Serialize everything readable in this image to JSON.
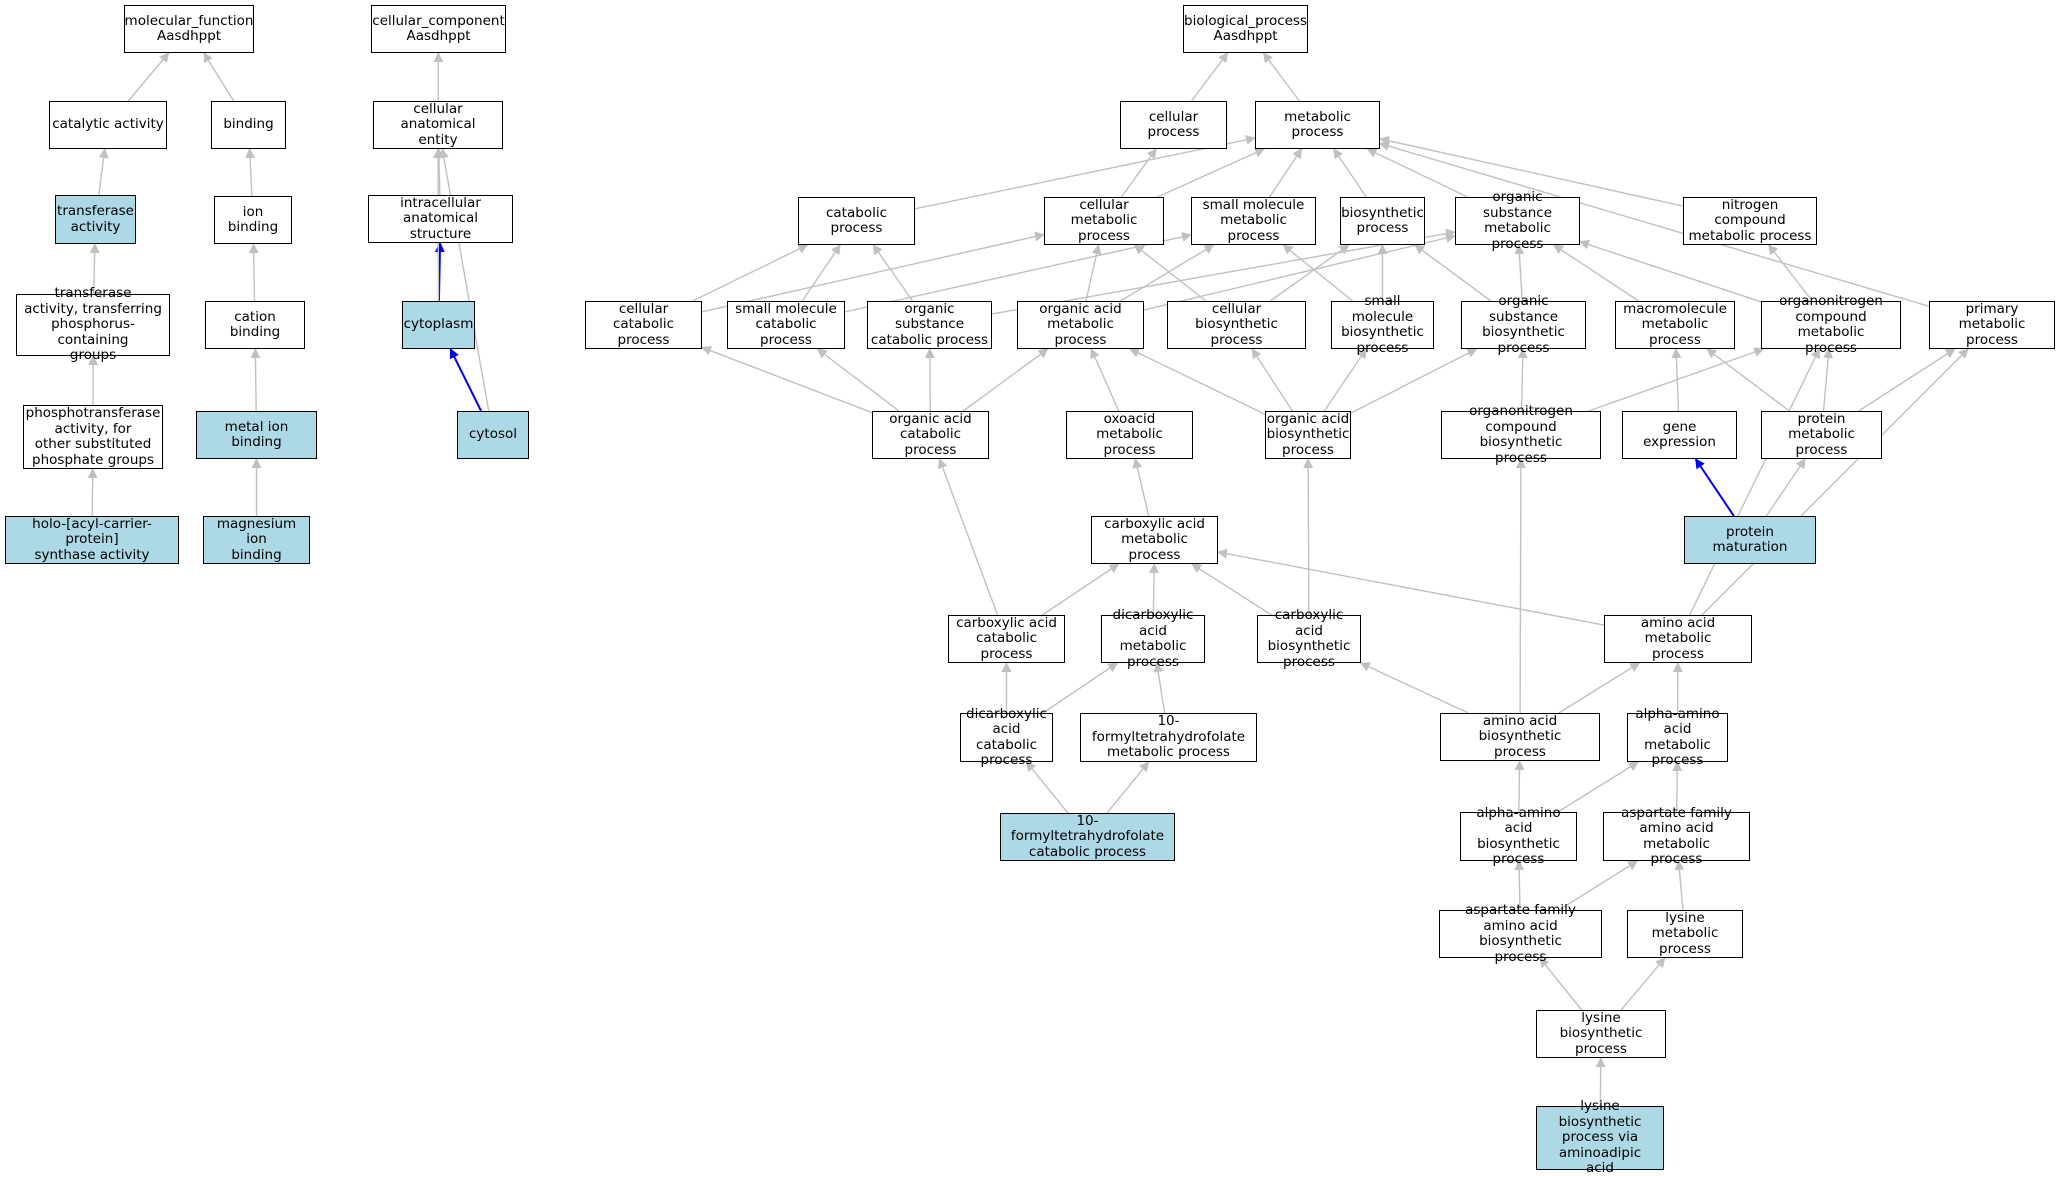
{
  "colors": {
    "highlight_fill": "#add8e6",
    "node_fill": "#ffffff",
    "node_border": "#000000",
    "edge_default": "#c0c0c0",
    "edge_part_of": "#0000ee"
  },
  "nodes": [
    {
      "id": "mf_root",
      "label": "molecular_function\nAasdhppt",
      "highlight": false
    },
    {
      "id": "cc_root",
      "label": "cellular_component\nAasdhppt",
      "highlight": false
    },
    {
      "id": "bp_root",
      "label": "biological_process\nAasdhppt",
      "highlight": false
    },
    {
      "id": "catalytic",
      "label": "catalytic activity",
      "highlight": false
    },
    {
      "id": "binding",
      "label": "binding",
      "highlight": false
    },
    {
      "id": "cell_anat",
      "label": "cellular anatomical\nentity",
      "highlight": false
    },
    {
      "id": "cell_proc",
      "label": "cellular process",
      "highlight": false
    },
    {
      "id": "metab",
      "label": "metabolic process",
      "highlight": false
    },
    {
      "id": "transferase",
      "label": "transferase\nactivity",
      "highlight": true
    },
    {
      "id": "ion_binding",
      "label": "ion binding",
      "highlight": false
    },
    {
      "id": "intracell",
      "label": "intracellular\nanatomical structure",
      "highlight": false
    },
    {
      "id": "catabolic",
      "label": "catabolic process",
      "highlight": false
    },
    {
      "id": "cell_metab",
      "label": "cellular metabolic\nprocess",
      "highlight": false
    },
    {
      "id": "sm_metab",
      "label": "small molecule\nmetabolic process",
      "highlight": false
    },
    {
      "id": "biosynth",
      "label": "biosynthetic\nprocess",
      "highlight": false
    },
    {
      "id": "org_sub_metab",
      "label": "organic substance\nmetabolic process",
      "highlight": false
    },
    {
      "id": "nitro_metab",
      "label": "nitrogen compound\nmetabolic process",
      "highlight": false
    },
    {
      "id": "transf_phos",
      "label": "transferase\nactivity, transferring\nphosphorus-containing\ngroups",
      "highlight": false
    },
    {
      "id": "cation_binding",
      "label": "cation binding",
      "highlight": false
    },
    {
      "id": "cytoplasm",
      "label": "cytoplasm",
      "highlight": true
    },
    {
      "id": "cell_catab",
      "label": "cellular catabolic\nprocess",
      "highlight": false
    },
    {
      "id": "sm_catab",
      "label": "small molecule\ncatabolic process",
      "highlight": false
    },
    {
      "id": "org_sub_catab",
      "label": "organic substance\ncatabolic process",
      "highlight": false
    },
    {
      "id": "oa_metab",
      "label": "organic acid\nmetabolic process",
      "highlight": false
    },
    {
      "id": "cell_biosynth",
      "label": "cellular biosynthetic\nprocess",
      "highlight": false
    },
    {
      "id": "sm_biosynth",
      "label": "small molecule\nbiosynthetic\nprocess",
      "highlight": false
    },
    {
      "id": "org_sub_biosynth",
      "label": "organic substance\nbiosynthetic\nprocess",
      "highlight": false
    },
    {
      "id": "macro_metab",
      "label": "macromolecule\nmetabolic process",
      "highlight": false
    },
    {
      "id": "orgN_metab",
      "label": "organonitrogen\ncompound metabolic\nprocess",
      "highlight": false
    },
    {
      "id": "primary_metab",
      "label": "primary metabolic\nprocess",
      "highlight": false
    },
    {
      "id": "phosphotransf",
      "label": "phosphotransferase\nactivity, for\nother substituted\nphosphate groups",
      "highlight": false
    },
    {
      "id": "metal_ion",
      "label": "metal ion binding",
      "highlight": true
    },
    {
      "id": "cytosol",
      "label": "cytosol",
      "highlight": true
    },
    {
      "id": "oa_catab",
      "label": "organic acid\ncatabolic process",
      "highlight": false
    },
    {
      "id": "oxo_metab",
      "label": "oxoacid metabolic\nprocess",
      "highlight": false
    },
    {
      "id": "oa_biosynth",
      "label": "organic acid\nbiosynthetic\nprocess",
      "highlight": false
    },
    {
      "id": "orgN_biosynth",
      "label": "organonitrogen\ncompound biosynthetic\nprocess",
      "highlight": false
    },
    {
      "id": "gene_expr",
      "label": "gene expression",
      "highlight": false
    },
    {
      "id": "prot_metab",
      "label": "protein metabolic\nprocess",
      "highlight": false
    },
    {
      "id": "holo_acp",
      "label": "holo-[acyl-carrier-protein]\nsynthase activity",
      "highlight": true
    },
    {
      "id": "mg_ion",
      "label": "magnesium ion\nbinding",
      "highlight": true
    },
    {
      "id": "prot_mat",
      "label": "protein maturation",
      "highlight": true
    },
    {
      "id": "carbox_metab",
      "label": "carboxylic acid\nmetabolic process",
      "highlight": false
    },
    {
      "id": "carbox_catab",
      "label": "carboxylic acid\ncatabolic process",
      "highlight": false
    },
    {
      "id": "dicarb_metab",
      "label": "dicarboxylic\nacid metabolic\nprocess",
      "highlight": false
    },
    {
      "id": "carbox_biosynth",
      "label": "carboxylic acid\nbiosynthetic\nprocess",
      "highlight": false
    },
    {
      "id": "aa_metab",
      "label": "amino acid metabolic\nprocess",
      "highlight": false
    },
    {
      "id": "dicarb_catab",
      "label": "dicarboxylic\nacid catabolic\nprocess",
      "highlight": false
    },
    {
      "id": "thf_metab",
      "label": "10-formyltetrahydrofolate\nmetabolic process",
      "highlight": false
    },
    {
      "id": "aa_biosynth",
      "label": "amino acid biosynthetic\nprocess",
      "highlight": false
    },
    {
      "id": "alpha_aa_metab",
      "label": "alpha-amino\nacid metabolic\nprocess",
      "highlight": false
    },
    {
      "id": "thf_catab",
      "label": "10-formyltetrahydrofolate\ncatabolic process",
      "highlight": true
    },
    {
      "id": "alpha_aa_biosynth",
      "label": "alpha-amino\nacid biosynthetic\nprocess",
      "highlight": false
    },
    {
      "id": "asp_fam_metab",
      "label": "aspartate family\namino acid metabolic\nprocess",
      "highlight": false
    },
    {
      "id": "asp_fam_biosynth",
      "label": "aspartate family\namino acid biosynthetic\nprocess",
      "highlight": false
    },
    {
      "id": "lys_metab",
      "label": "lysine metabolic\nprocess",
      "highlight": false
    },
    {
      "id": "lys_biosynth",
      "label": "lysine biosynthetic\nprocess",
      "highlight": false
    },
    {
      "id": "lys_aad",
      "label": "lysine biosynthetic\nprocess via\naminoadipic\nacid",
      "highlight": true
    }
  ],
  "edges": [
    {
      "from": "catalytic",
      "to": "mf_root",
      "kind": "is_a"
    },
    {
      "from": "binding",
      "to": "mf_root",
      "kind": "is_a"
    },
    {
      "from": "transferase",
      "to": "catalytic",
      "kind": "is_a"
    },
    {
      "from": "transf_phos",
      "to": "transferase",
      "kind": "is_a"
    },
    {
      "from": "phosphotransf",
      "to": "transf_phos",
      "kind": "is_a"
    },
    {
      "from": "holo_acp",
      "to": "phosphotransf",
      "kind": "is_a"
    },
    {
      "from": "ion_binding",
      "to": "binding",
      "kind": "is_a"
    },
    {
      "from": "cation_binding",
      "to": "ion_binding",
      "kind": "is_a"
    },
    {
      "from": "metal_ion",
      "to": "cation_binding",
      "kind": "is_a"
    },
    {
      "from": "mg_ion",
      "to": "metal_ion",
      "kind": "is_a"
    },
    {
      "from": "cell_anat",
      "to": "cc_root",
      "kind": "is_a"
    },
    {
      "from": "intracell",
      "to": "cell_anat",
      "kind": "is_a"
    },
    {
      "from": "cytoplasm",
      "to": "intracell",
      "kind": "part_of"
    },
    {
      "from": "cytoplasm",
      "to": "cell_anat",
      "kind": "is_a"
    },
    {
      "from": "cytosol",
      "to": "cytoplasm",
      "kind": "part_of"
    },
    {
      "from": "cytosol",
      "to": "cell_anat",
      "kind": "is_a"
    },
    {
      "from": "cell_proc",
      "to": "bp_root",
      "kind": "is_a"
    },
    {
      "from": "metab",
      "to": "bp_root",
      "kind": "is_a"
    },
    {
      "from": "catabolic",
      "to": "metab",
      "kind": "is_a"
    },
    {
      "from": "cell_metab",
      "to": "metab",
      "kind": "is_a"
    },
    {
      "from": "cell_metab",
      "to": "cell_proc",
      "kind": "is_a"
    },
    {
      "from": "sm_metab",
      "to": "metab",
      "kind": "is_a"
    },
    {
      "from": "biosynth",
      "to": "metab",
      "kind": "is_a"
    },
    {
      "from": "org_sub_metab",
      "to": "metab",
      "kind": "is_a"
    },
    {
      "from": "nitro_metab",
      "to": "metab",
      "kind": "is_a"
    },
    {
      "from": "primary_metab",
      "to": "metab",
      "kind": "is_a"
    },
    {
      "from": "cell_catab",
      "to": "catabolic",
      "kind": "is_a"
    },
    {
      "from": "cell_catab",
      "to": "cell_metab",
      "kind": "is_a"
    },
    {
      "from": "sm_catab",
      "to": "catabolic",
      "kind": "is_a"
    },
    {
      "from": "sm_catab",
      "to": "sm_metab",
      "kind": "is_a"
    },
    {
      "from": "org_sub_catab",
      "to": "catabolic",
      "kind": "is_a"
    },
    {
      "from": "org_sub_catab",
      "to": "org_sub_metab",
      "kind": "is_a"
    },
    {
      "from": "oa_metab",
      "to": "cell_metab",
      "kind": "is_a"
    },
    {
      "from": "oa_metab",
      "to": "sm_metab",
      "kind": "is_a"
    },
    {
      "from": "oa_metab",
      "to": "org_sub_metab",
      "kind": "is_a"
    },
    {
      "from": "cell_biosynth",
      "to": "cell_metab",
      "kind": "is_a"
    },
    {
      "from": "cell_biosynth",
      "to": "biosynth",
      "kind": "is_a"
    },
    {
      "from": "sm_biosynth",
      "to": "sm_metab",
      "kind": "is_a"
    },
    {
      "from": "sm_biosynth",
      "to": "biosynth",
      "kind": "is_a"
    },
    {
      "from": "org_sub_biosynth",
      "to": "biosynth",
      "kind": "is_a"
    },
    {
      "from": "org_sub_biosynth",
      "to": "org_sub_metab",
      "kind": "is_a"
    },
    {
      "from": "macro_metab",
      "to": "org_sub_metab",
      "kind": "is_a"
    },
    {
      "from": "orgN_metab",
      "to": "org_sub_metab",
      "kind": "is_a"
    },
    {
      "from": "orgN_metab",
      "to": "nitro_metab",
      "kind": "is_a"
    },
    {
      "from": "oa_catab",
      "to": "cell_catab",
      "kind": "is_a"
    },
    {
      "from": "oa_catab",
      "to": "sm_catab",
      "kind": "is_a"
    },
    {
      "from": "oa_catab",
      "to": "org_sub_catab",
      "kind": "is_a"
    },
    {
      "from": "oa_catab",
      "to": "oa_metab",
      "kind": "is_a"
    },
    {
      "from": "oxo_metab",
      "to": "oa_metab",
      "kind": "is_a"
    },
    {
      "from": "oa_biosynth",
      "to": "oa_metab",
      "kind": "is_a"
    },
    {
      "from": "oa_biosynth",
      "to": "cell_biosynth",
      "kind": "is_a"
    },
    {
      "from": "oa_biosynth",
      "to": "sm_biosynth",
      "kind": "is_a"
    },
    {
      "from": "oa_biosynth",
      "to": "org_sub_biosynth",
      "kind": "is_a"
    },
    {
      "from": "orgN_biosynth",
      "to": "org_sub_biosynth",
      "kind": "is_a"
    },
    {
      "from": "orgN_biosynth",
      "to": "orgN_metab",
      "kind": "is_a"
    },
    {
      "from": "gene_expr",
      "to": "macro_metab",
      "kind": "is_a"
    },
    {
      "from": "prot_metab",
      "to": "macro_metab",
      "kind": "is_a"
    },
    {
      "from": "prot_metab",
      "to": "orgN_metab",
      "kind": "is_a"
    },
    {
      "from": "prot_metab",
      "to": "primary_metab",
      "kind": "is_a"
    },
    {
      "from": "prot_mat",
      "to": "gene_expr",
      "kind": "part_of"
    },
    {
      "from": "prot_mat",
      "to": "prot_metab",
      "kind": "is_a"
    },
    {
      "from": "carbox_metab",
      "to": "oxo_metab",
      "kind": "is_a"
    },
    {
      "from": "carbox_catab",
      "to": "carbox_metab",
      "kind": "is_a"
    },
    {
      "from": "carbox_catab",
      "to": "oa_catab",
      "kind": "is_a"
    },
    {
      "from": "dicarb_metab",
      "to": "carbox_metab",
      "kind": "is_a"
    },
    {
      "from": "carbox_biosynth",
      "to": "carbox_metab",
      "kind": "is_a"
    },
    {
      "from": "carbox_biosynth",
      "to": "oa_biosynth",
      "kind": "is_a"
    },
    {
      "from": "aa_metab",
      "to": "carbox_metab",
      "kind": "is_a"
    },
    {
      "from": "aa_metab",
      "to": "orgN_metab",
      "kind": "is_a"
    },
    {
      "from": "aa_metab",
      "to": "primary_metab",
      "kind": "is_a"
    },
    {
      "from": "dicarb_catab",
      "to": "carbox_catab",
      "kind": "is_a"
    },
    {
      "from": "dicarb_catab",
      "to": "dicarb_metab",
      "kind": "is_a"
    },
    {
      "from": "thf_metab",
      "to": "dicarb_metab",
      "kind": "is_a"
    },
    {
      "from": "aa_biosynth",
      "to": "carbox_biosynth",
      "kind": "is_a"
    },
    {
      "from": "aa_biosynth",
      "to": "aa_metab",
      "kind": "is_a"
    },
    {
      "from": "aa_biosynth",
      "to": "orgN_biosynth",
      "kind": "is_a"
    },
    {
      "from": "alpha_aa_metab",
      "to": "aa_metab",
      "kind": "is_a"
    },
    {
      "from": "thf_catab",
      "to": "dicarb_catab",
      "kind": "is_a"
    },
    {
      "from": "thf_catab",
      "to": "thf_metab",
      "kind": "is_a"
    },
    {
      "from": "alpha_aa_biosynth",
      "to": "aa_biosynth",
      "kind": "is_a"
    },
    {
      "from": "alpha_aa_biosynth",
      "to": "alpha_aa_metab",
      "kind": "is_a"
    },
    {
      "from": "asp_fam_metab",
      "to": "alpha_aa_metab",
      "kind": "is_a"
    },
    {
      "from": "asp_fam_biosynth",
      "to": "alpha_aa_biosynth",
      "kind": "is_a"
    },
    {
      "from": "asp_fam_biosynth",
      "to": "asp_fam_metab",
      "kind": "is_a"
    },
    {
      "from": "lys_metab",
      "to": "asp_fam_metab",
      "kind": "is_a"
    },
    {
      "from": "lys_biosynth",
      "to": "asp_fam_biosynth",
      "kind": "is_a"
    },
    {
      "from": "lys_biosynth",
      "to": "lys_metab",
      "kind": "is_a"
    },
    {
      "from": "lys_aad",
      "to": "lys_biosynth",
      "kind": "is_a"
    }
  ]
}
